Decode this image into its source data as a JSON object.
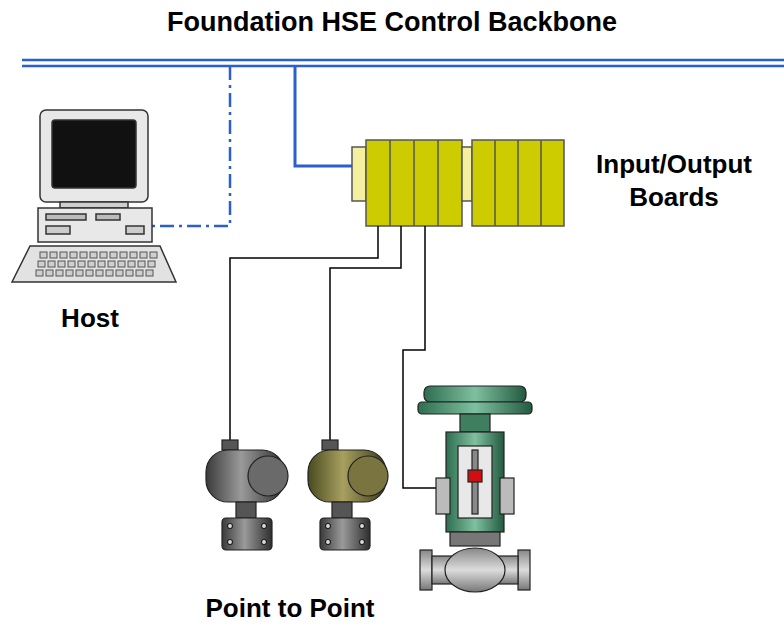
{
  "diagram": {
    "title": "Foundation HSE Control Backbone",
    "labels": [
      "Host",
      "Input/Output Boards",
      "Point to Point"
    ]
  }
}
